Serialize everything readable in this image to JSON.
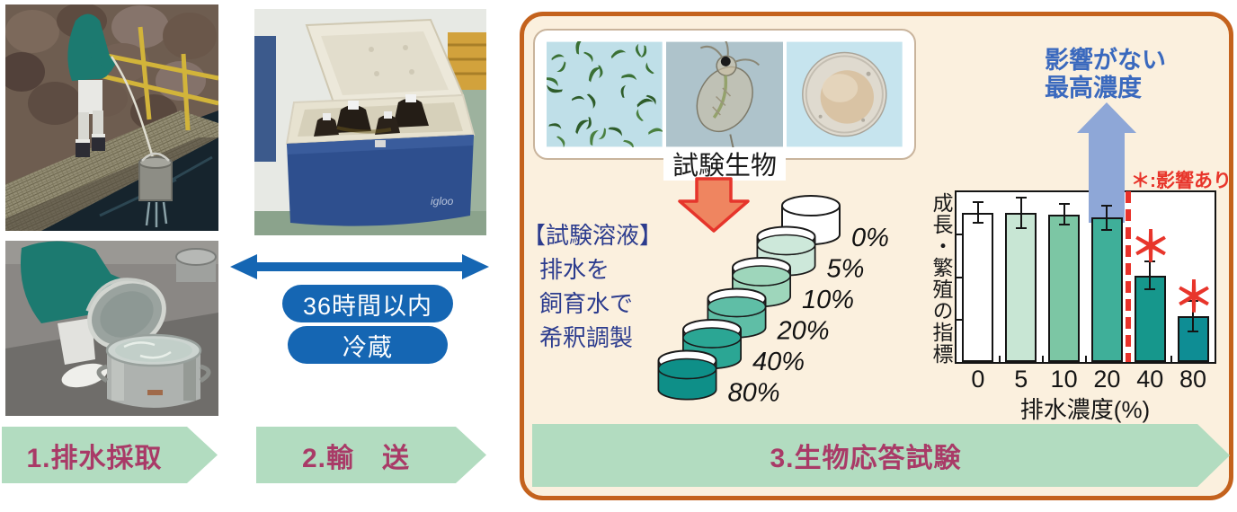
{
  "colors": {
    "blue_primary": "#1566B3",
    "panel_border": "#C4621D",
    "panel_bg": "#FBF0DE",
    "solution_text": "#2C3C8E",
    "noec_text_blue": "#3A69BE",
    "noec_arrow_blue": "#8EA7D7",
    "effect_red": "#E8352B",
    "apply_arrow_fill": "#EF8560",
    "banner_green": "#B2DCC0",
    "banner_text": "#A93A67"
  },
  "stages": {
    "stage1_label": "1.排水採取",
    "stage2_label": "2.輸　送",
    "stage3_label": "3.生物応答試験"
  },
  "transport": {
    "time_limit": "36時間以内",
    "storage": "冷蔵"
  },
  "photos": {
    "sampling_top": "effluent-sampling-at-outfall-photo",
    "sampling_bottom": "pouring-sample-into-container-photo",
    "cooler": "cooler-box-with-sample-bottles-photo",
    "cooler_brand": "igloo"
  },
  "test": {
    "organisms_label": "試験生物",
    "organism_photos": [
      "algae-micrograph",
      "daphnia-micrograph",
      "fish-egg-micrograph"
    ],
    "solution_heading": "【試験溶液】",
    "solution_line1": "排水を",
    "solution_line2": "飼育水で",
    "solution_line3": "希釈調製",
    "noec_line1": "影響がない",
    "noec_line2": "最高濃度",
    "legend_effect": "＊:影響あり",
    "asterisk": "＊"
  },
  "dilution_series": {
    "heading": "【試験溶液】",
    "labels": [
      "0%",
      "5%",
      "10%",
      "20%",
      "40%",
      "80%"
    ],
    "colors": [
      "#FFFFFF",
      "#CDE8DA",
      "#9ED6BB",
      "#5FBEA6",
      "#2BA694",
      "#0E8F88"
    ]
  },
  "chart_data": {
    "type": "bar",
    "title": "",
    "xlabel": "排水濃度(%)",
    "ylabel": "成長・繁殖の指標",
    "categories": [
      "0",
      "5",
      "10",
      "20",
      "40",
      "80"
    ],
    "values": [
      88,
      88,
      87,
      85,
      51,
      27
    ],
    "error": [
      6,
      9,
      6,
      7,
      8,
      9
    ],
    "ylim": [
      0,
      100
    ],
    "unit": "relative growth/reproduction index (y-axis unnumbered)",
    "bar_colors": [
      "#FFFFFF",
      "#C8E6D4",
      "#7CC6A4",
      "#3FAF99",
      "#16978C",
      "#0E8D94"
    ],
    "significant_effect": [
      false,
      false,
      false,
      false,
      true,
      true
    ],
    "noec_boundary_after_category": "20",
    "legend": "＊:影響あり",
    "annotations": [
      "影響がない最高濃度 (blue arrow rising from the 20% bar)",
      "red dashed vertical line between 20 and 40"
    ]
  }
}
